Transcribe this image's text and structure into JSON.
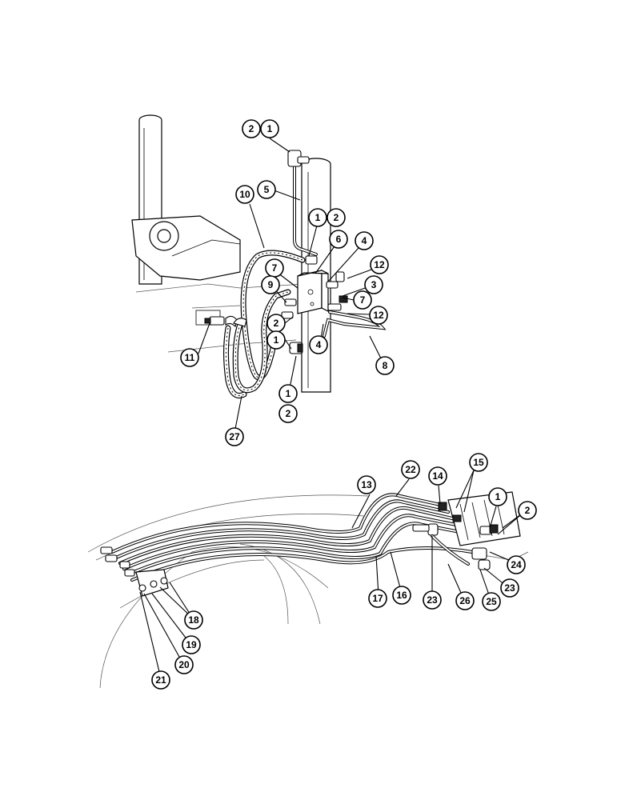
{
  "callouts": [
    "2",
    "1",
    "10",
    "5",
    "1",
    "2",
    "6",
    "4",
    "7",
    "12",
    "9",
    "3",
    "7",
    "12",
    "2",
    "1",
    "4",
    "8",
    "11",
    "1",
    "2",
    "27",
    "22",
    "13",
    "14",
    "15",
    "1",
    "2",
    "24",
    "23",
    "17",
    "16",
    "23",
    "26",
    "25",
    "18",
    "19",
    "20",
    "21"
  ]
}
